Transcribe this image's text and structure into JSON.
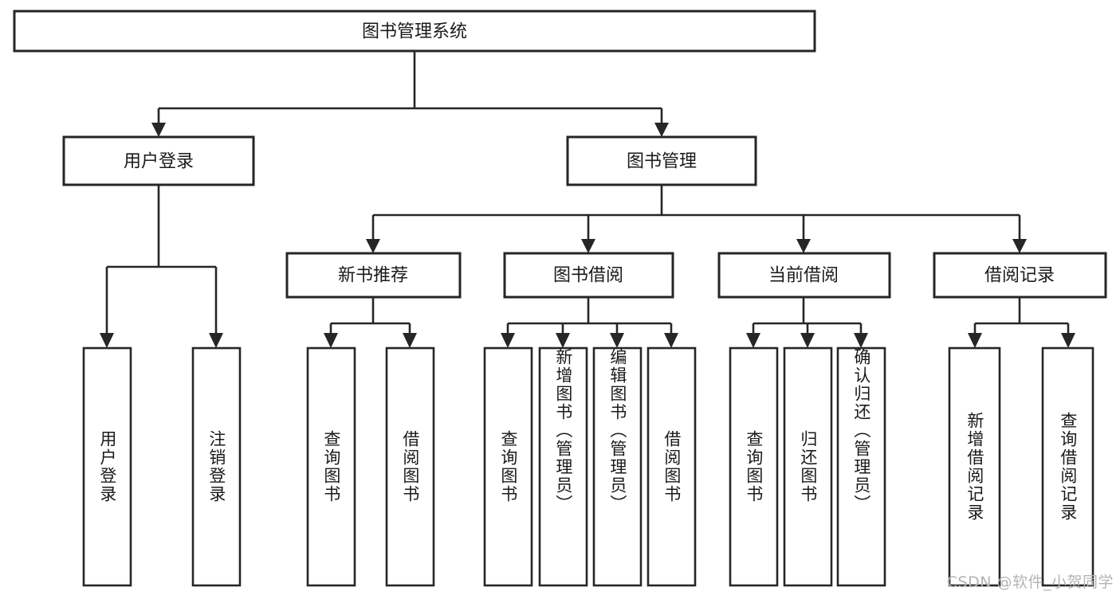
{
  "diagram": {
    "type": "tree",
    "title": "图书管理系统",
    "root": {
      "label": "图书管理系统"
    },
    "level2": [
      {
        "label": "用户登录"
      },
      {
        "label": "图书管理"
      }
    ],
    "level3": [
      {
        "label": "新书推荐"
      },
      {
        "label": "图书借阅"
      },
      {
        "label": "当前借阅"
      },
      {
        "label": "借阅记录"
      }
    ],
    "leaves": {
      "user_login": [
        {
          "label": "用户登录"
        },
        {
          "label": "注销登录"
        }
      ],
      "new_book_recommend": [
        {
          "label": "查询图书"
        },
        {
          "label": "借阅图书"
        }
      ],
      "book_borrow": [
        {
          "label": "查询图书"
        },
        {
          "label": "新增图书（管理员）"
        },
        {
          "label": "编辑图书（管理员）"
        },
        {
          "label": "借阅图书"
        }
      ],
      "current_borrow": [
        {
          "label": "查询图书"
        },
        {
          "label": "归还图书"
        },
        {
          "label": "确认归还（管理员）"
        }
      ],
      "borrow_record": [
        {
          "label": "新增借阅记录"
        },
        {
          "label": "查询借阅记录"
        }
      ]
    }
  },
  "watermark": {
    "text": "CSDN @软件_小贺同学"
  },
  "colors": {
    "stroke": "#262626",
    "text": "#1a1a1a",
    "background": "#ffffff",
    "watermark": "#b4b4b4"
  }
}
